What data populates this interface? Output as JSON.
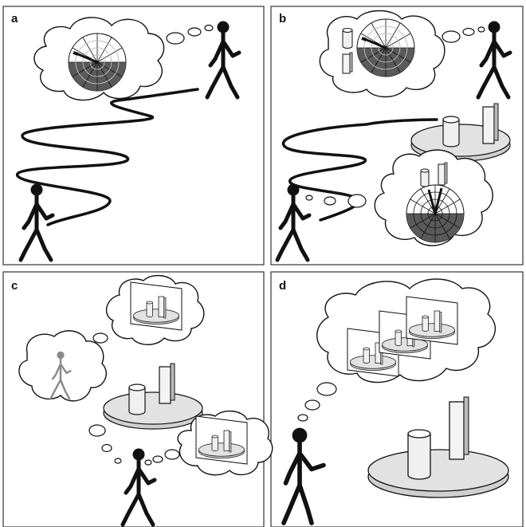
{
  "panels": [
    {
      "label": "a"
    },
    {
      "label": "b"
    },
    {
      "label": "c"
    },
    {
      "label": "d"
    }
  ],
  "colors": {
    "ink": "#111111",
    "cloud_fill": "#ffffff",
    "platform_fill": "#e2e2e2",
    "sector_fill": "#555555",
    "panel_border": "#333333",
    "faded_figure": "#8a8a8a"
  }
}
